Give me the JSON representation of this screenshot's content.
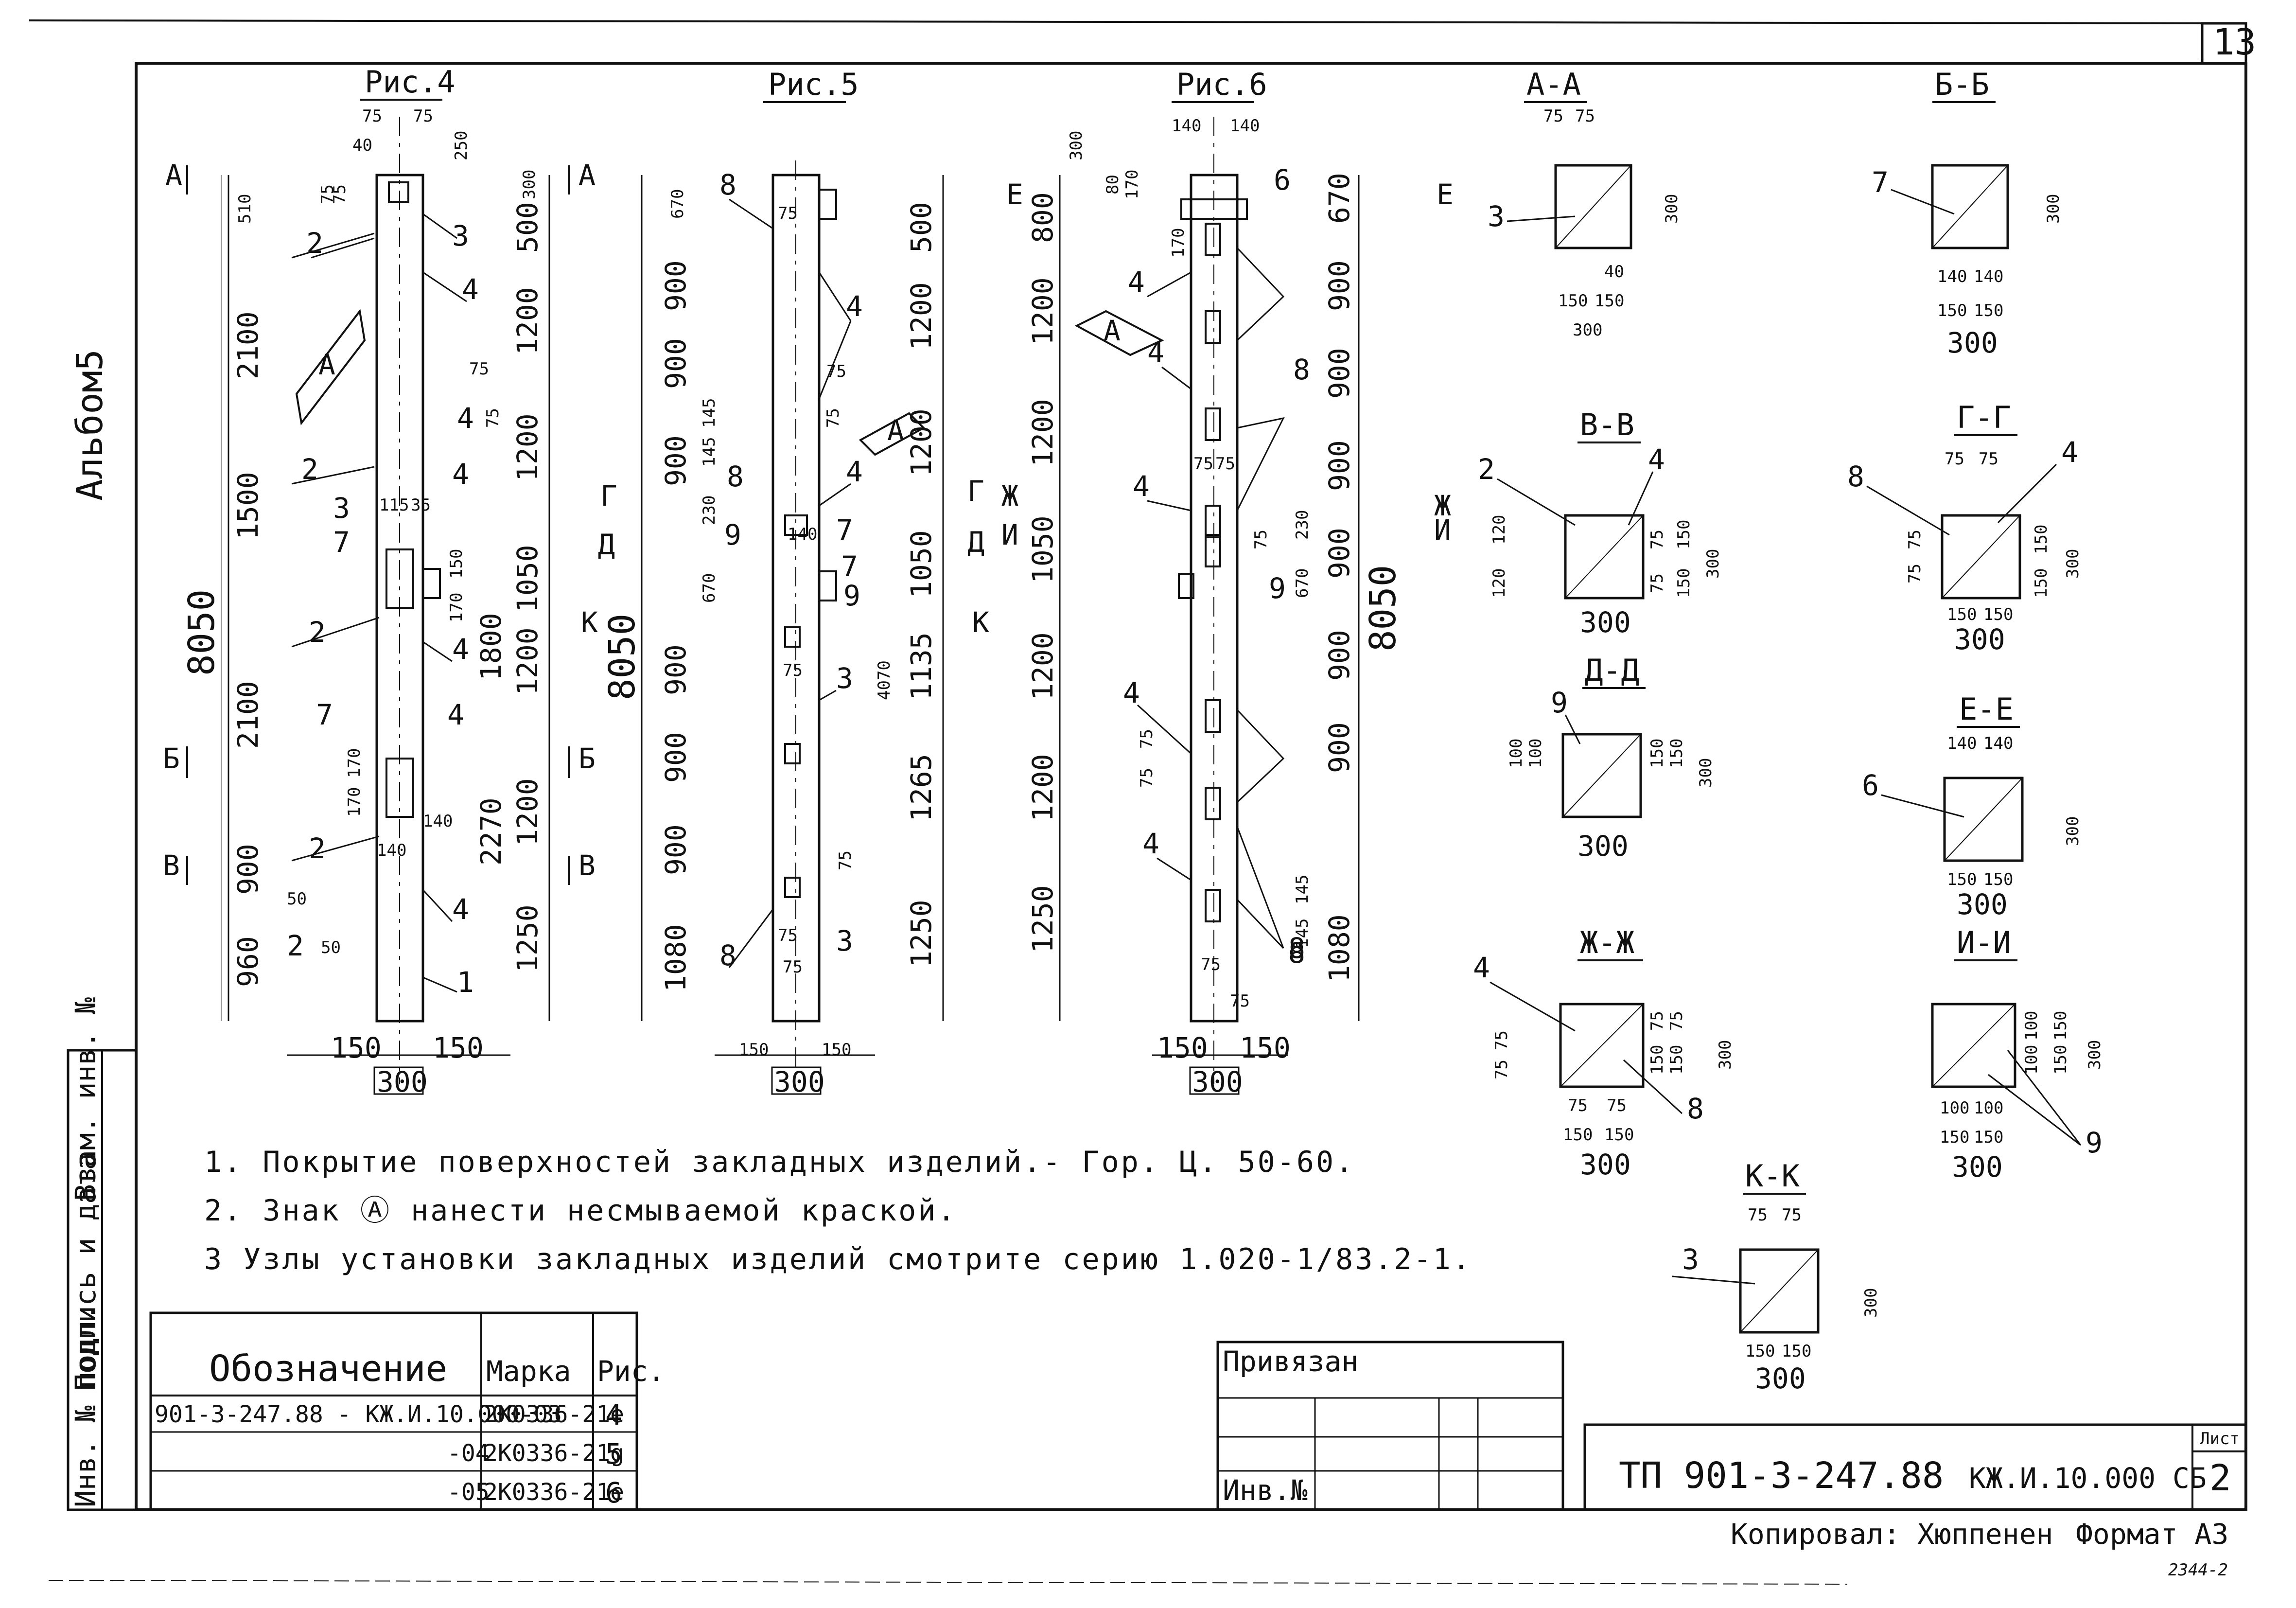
{
  "sheet": {
    "number": "13",
    "album_label": "Альбом5",
    "sheet_label": "Лист",
    "sheet_no": "2",
    "drawing_code": "ТП 901-3-247.88",
    "doc_code": "КЖ.И.10.000 СБ",
    "copied_by": "Копировал: Хюппенен",
    "format": "Формат А3",
    "stamp_no": "2344-2"
  },
  "figures": {
    "fig4": {
      "title": "Рис.4",
      "top_dims": [
        "75",
        "75",
        "40",
        "250"
      ],
      "left_dims": [
        "510",
        "75",
        "75",
        "2100",
        "1500",
        "8050",
        "2100",
        "170",
        "170",
        "900",
        "50",
        "50",
        "960"
      ],
      "right_dims": [
        "300",
        "500",
        "1200",
        "75",
        "75",
        "1200",
        "115",
        "35",
        "150",
        "170",
        "1050",
        "1800",
        "1200",
        "140",
        "2270",
        "1200",
        "1250"
      ],
      "bottom_dims": [
        "150",
        "150",
        "300",
        "140"
      ],
      "callouts": [
        "2",
        "3",
        "4",
        "4",
        "2",
        "4",
        "3",
        "7",
        "2",
        "4",
        "7",
        "4",
        "2",
        "4",
        "2",
        "1"
      ],
      "sign": "А",
      "sections": [
        "А",
        "А",
        "Б",
        "Б",
        "В",
        "В"
      ]
    },
    "fig5": {
      "title": "Рис.5",
      "left_dims": [
        "670",
        "900",
        "900",
        "145",
        "145",
        "900",
        "230",
        "670",
        "900",
        "900",
        "900",
        "1080",
        "8050"
      ],
      "right_dims": [
        "75",
        "500",
        "1200",
        "75",
        "75",
        "1200",
        "140",
        "1050",
        "4070",
        "1135",
        "1265",
        "75",
        "1250"
      ],
      "bottom_dims": [
        "150",
        "150",
        "300"
      ],
      "callouts": [
        "8",
        "4",
        "8",
        "4",
        "7",
        "9",
        "9",
        "7",
        "3",
        "75",
        "8",
        "3",
        "75",
        "75"
      ],
      "sign": "А",
      "sections": [
        "Г",
        "Г",
        "Д",
        "Д",
        "К",
        "К"
      ]
    },
    "fig6": {
      "title": "Рис.6",
      "top_dims": [
        "140",
        "140",
        "300",
        "80",
        "170"
      ],
      "left_dims": [
        "800",
        "1200",
        "1200",
        "1050",
        "1200",
        "1200",
        "1250"
      ],
      "right_dims": [
        "670",
        "900",
        "900",
        "900",
        "230",
        "670",
        "900",
        "900",
        "900",
        "1080",
        "8050"
      ],
      "bottom_dims": [
        "150",
        "150",
        "300",
        "75",
        "75"
      ],
      "callouts": [
        "6",
        "170",
        "4",
        "4",
        "8",
        "4",
        "75",
        "75",
        "75",
        "9",
        "4",
        "75",
        "75",
        "8",
        "4",
        "145",
        "145",
        "8"
      ],
      "sign": "А",
      "sections": [
        "Е",
        "Е",
        "Ж",
        "Ж",
        "И",
        "И"
      ]
    }
  },
  "sections": [
    {
      "title": "А-А",
      "callout": "3",
      "dims": [
        "75",
        "75",
        "300",
        "40",
        "150",
        "150",
        "300"
      ]
    },
    {
      "title": "Б-Б",
      "callout": "7",
      "dims": [
        "300",
        "140",
        "140",
        "150",
        "150",
        "300"
      ]
    },
    {
      "title": "В-В",
      "callout": "2",
      "callout2": "4",
      "dims": [
        "120",
        "120",
        "75",
        "75",
        "150",
        "150",
        "300",
        "300"
      ]
    },
    {
      "title": "Г-Г",
      "callout": "8",
      "callout2": "4",
      "dims": [
        "75",
        "75",
        "75",
        "75",
        "150",
        "150",
        "300",
        "150",
        "150",
        "300"
      ]
    },
    {
      "title": "Д-Д",
      "callout": "9",
      "dims": [
        "100",
        "100",
        "150",
        "150",
        "300",
        "300"
      ]
    },
    {
      "title": "Е-Е",
      "callout": "6",
      "dims": [
        "140",
        "140",
        "300",
        "150",
        "150",
        "300"
      ]
    },
    {
      "title": "Ж-Ж",
      "callout": "4",
      "callout2": "8",
      "dims": [
        "75",
        "75",
        "75",
        "75",
        "150",
        "150",
        "300",
        "75",
        "75",
        "150",
        "150",
        "300"
      ]
    },
    {
      "title": "И-И",
      "callout": "9",
      "dims": [
        "100",
        "100",
        "150",
        "150",
        "300",
        "100",
        "100",
        "150",
        "150",
        "300"
      ]
    },
    {
      "title": "К-К",
      "callout": "3",
      "dims": [
        "75",
        "75",
        "300",
        "150",
        "150",
        "300"
      ]
    }
  ],
  "notes": [
    "1. Покрытие поверхностей закладных изделий.- Гор. Ц. 50-60.",
    "2. Знак Ⓐ нанести несмываемой краской.",
    "3 Узлы установки закладных изделий смотрите серию 1.020-1/83.2-1."
  ],
  "table": {
    "headers": [
      "Обозначение",
      "Марка",
      "Рис."
    ],
    "rows": [
      [
        "901-3-247.88 - КЖ.И.10.000-03",
        "2К0336-21е",
        "4"
      ],
      [
        "-04",
        "2К0336-21g",
        "5"
      ],
      [
        "-05",
        "2К0336-21е",
        "6"
      ]
    ]
  },
  "binding_block": {
    "title": "Привязан",
    "inv": "Инв.№"
  },
  "side_strip": [
    "Инв. № подл.",
    "Подпись и дата",
    "Взам. инв. №"
  ]
}
